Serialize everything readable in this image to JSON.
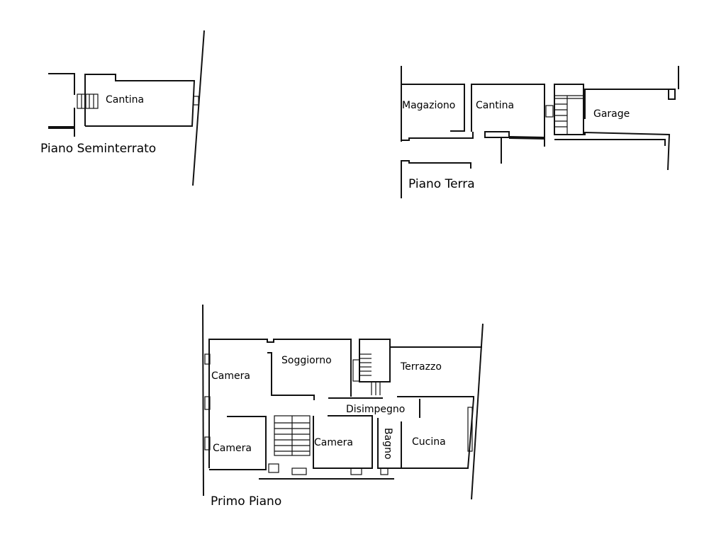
{
  "plans": {
    "seminterrato": {
      "title": "Piano Seminterrato",
      "rooms": [
        "Cantina"
      ]
    },
    "terra": {
      "title": "Piano Terra",
      "rooms": [
        "Magaziono",
        "Cantina",
        "Garage"
      ]
    },
    "primo": {
      "title": "Primo Piano",
      "rooms": [
        "Camera",
        "Soggiorno",
        "Terrazzo",
        "Disimpegno",
        "Camera",
        "Camera",
        "Bagno",
        "Cucina"
      ]
    }
  }
}
